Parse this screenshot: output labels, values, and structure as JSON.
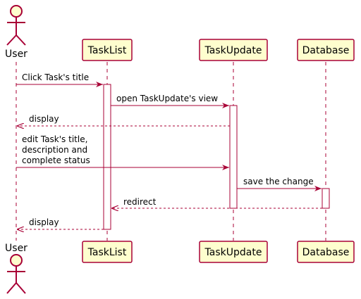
{
  "colors": {
    "accent": "#A80036",
    "box_fill": "#FEFECE",
    "activation_fill": "#FFFFFF"
  },
  "participants": [
    {
      "id": "user",
      "label": "User",
      "kind": "actor"
    },
    {
      "id": "tasklist",
      "label": "TaskList",
      "kind": "box"
    },
    {
      "id": "taskupdate",
      "label": "TaskUpdate",
      "kind": "box"
    },
    {
      "id": "database",
      "label": "Database",
      "kind": "box"
    }
  ],
  "messages": [
    {
      "from": "user",
      "to": "tasklist",
      "style": "solid",
      "lines": [
        "Click Task's title"
      ]
    },
    {
      "from": "tasklist",
      "to": "taskupdate",
      "style": "solid",
      "lines": [
        "open TaskUpdate's view"
      ]
    },
    {
      "from": "taskupdate",
      "to": "user",
      "style": "dashed",
      "lines": [
        "display"
      ]
    },
    {
      "from": "user",
      "to": "taskupdate",
      "style": "solid",
      "lines": [
        "edit Task's title,",
        "description and",
        "complete status"
      ]
    },
    {
      "from": "taskupdate",
      "to": "database",
      "style": "solid",
      "lines": [
        "save the change"
      ]
    },
    {
      "from": "database",
      "to": "tasklist",
      "style": "dashed",
      "lines": [
        "redirect"
      ]
    },
    {
      "from": "tasklist",
      "to": "user",
      "style": "dashed",
      "lines": [
        "display"
      ]
    }
  ]
}
